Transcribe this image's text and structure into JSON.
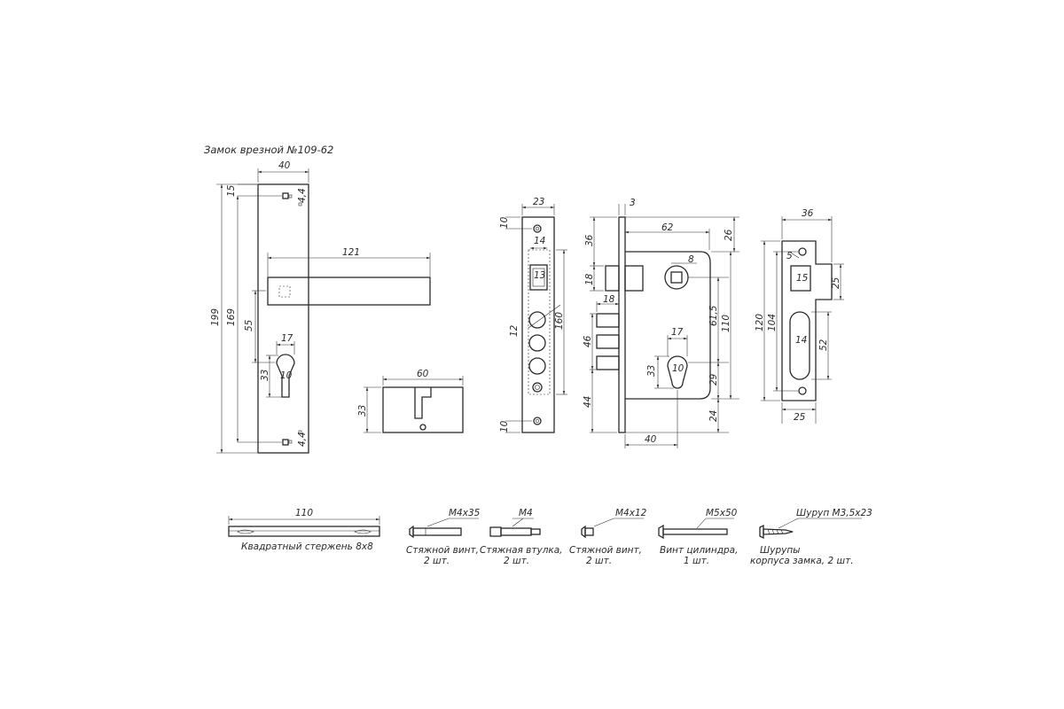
{
  "title": "Замок врезной №109-62",
  "dimensions": {
    "plate_width": "40",
    "plate_top_hole": "15",
    "plate_hole_d_top": "4,4",
    "plate_hole_d_bottom": "4,4",
    "plate_height": "199",
    "plate_hole_span": "169",
    "handle_length": "121",
    "handle_to_keyhole": "55",
    "keyhole_width": "17",
    "keyhole_height": "33",
    "keyhole_inner": "10",
    "cyl_length": "60",
    "cyl_height": "33",
    "face_width": "23",
    "face_top": "10",
    "face_square": "14",
    "face_square_inner": "13",
    "face_bolt_d": "12",
    "face_height": "160",
    "face_bottom": "10",
    "body_thickness": "3",
    "body_backset": "62",
    "body_top": "26",
    "spindle_sq": "8",
    "body_latch_top": "36",
    "body_latch_h": "18",
    "body_latch_proj": "18",
    "body_bolts": "46",
    "body_bottom_left": "44",
    "body_cyl_w": "17",
    "body_cyl_h": "33",
    "body_cyl_inner": "10",
    "body_center": "61,5",
    "body_height": "110",
    "body_r1": "29",
    "body_r2": "24",
    "body_cyl_backset": "40",
    "strike_width": "36",
    "strike_hole": "5",
    "strike_sq": "15",
    "strike_sq_off": "25",
    "strike_height": "120",
    "strike_slot_h": "104",
    "strike_slot_w": "14",
    "strike_slot_r": "52",
    "strike_bottom": "25"
  },
  "parts": {
    "rod_length": "110",
    "rod_label": "Квадратный стержень 8х8",
    "screw1_size": "М4х35",
    "screw1_name": "Стяжной винт,",
    "screw1_qty": "2 шт.",
    "bushing_size": "М4",
    "bushing_name": "Стяжная втулка,",
    "bushing_qty": "2 шт.",
    "screw2_size": "М4х12",
    "screw2_name": "Стяжной винт,",
    "screw2_qty": "2 шт.",
    "cylscrew_size": "М5х50",
    "cylscrew_name": "Винт цилиндра,",
    "cylscrew_qty": "1 шт.",
    "woodscrew_size": "Шуруп М3,5х23",
    "woodscrew_name": "Шурупы",
    "woodscrew_qty": "корпуса замка, 2 шт."
  }
}
